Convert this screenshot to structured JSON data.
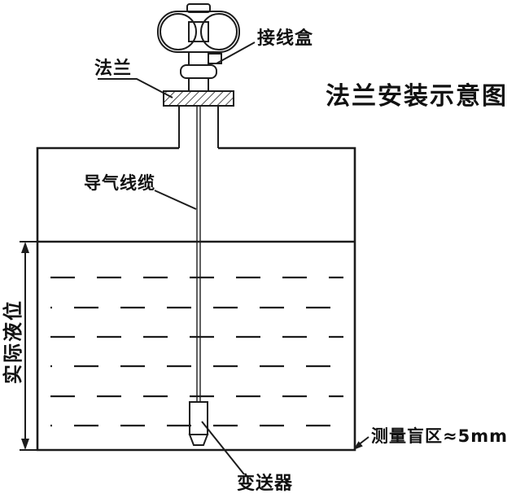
{
  "title": "法兰安装示意图",
  "labels": {
    "junction_box": "接线盒",
    "flange": "法兰",
    "air_cable": "导气线缆",
    "actual_level": "实际液位",
    "blind_zone": "测量盲区≈5mm",
    "transmitter_probe": "变送器"
  },
  "colors": {
    "line": "#1c1c1c",
    "text": "#111111",
    "background": "#ffffff"
  }
}
